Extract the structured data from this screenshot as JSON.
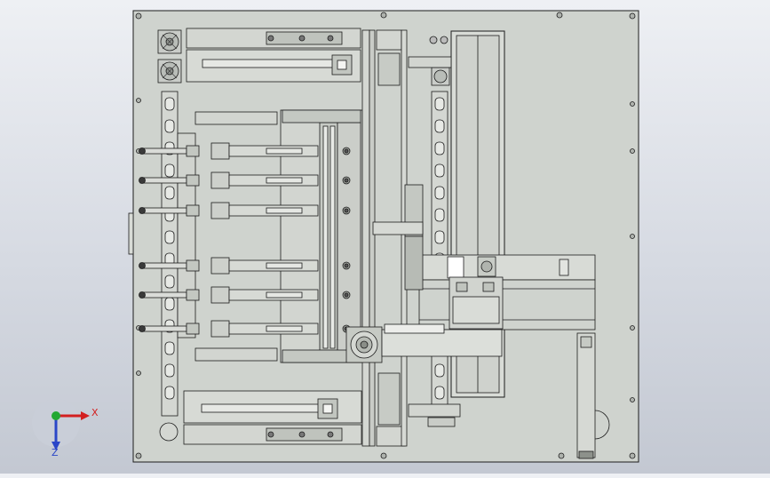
{
  "drawing": {
    "view": "top",
    "background": "#dde1e8",
    "plate_color": "#cfd3ce",
    "line_color": "#1c1c1c"
  },
  "triad": {
    "x_label": "X",
    "z_label": "Z",
    "x_color": "#d32020",
    "y_color": "#22a832",
    "z_color": "#2a46c8"
  },
  "modules": {
    "cylinder_rows": 6,
    "side_rail_holes": 14
  }
}
